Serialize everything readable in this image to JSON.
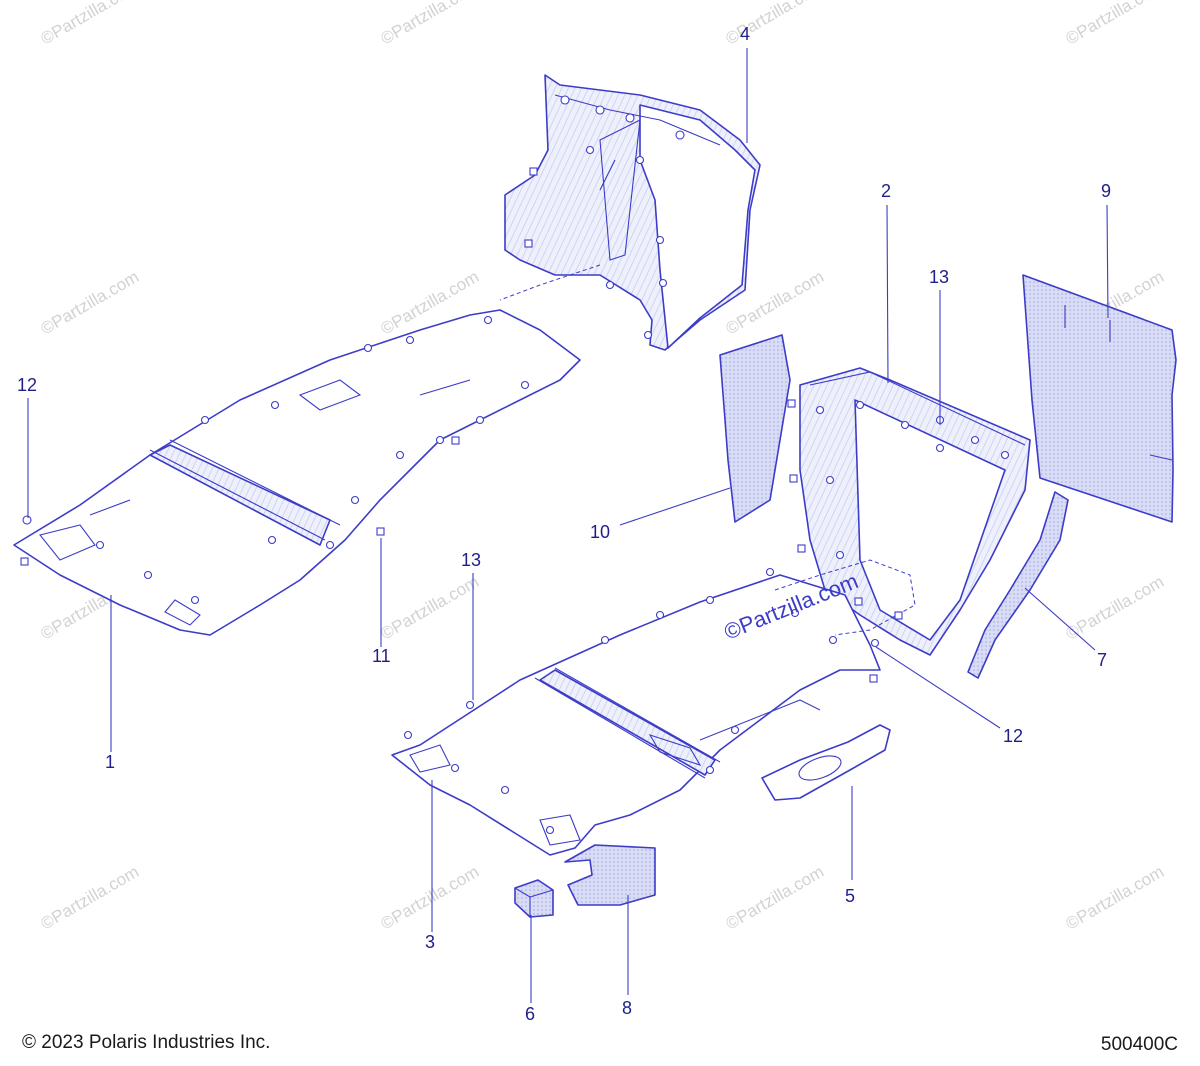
{
  "diagram": {
    "callouts": [
      "1",
      "2",
      "3",
      "4",
      "5",
      "6",
      "7",
      "8",
      "9",
      "10",
      "11",
      "12",
      "12",
      "13",
      "13"
    ],
    "watermark": "©Partzilla.com"
  },
  "footer": {
    "copyright": "© 2023 Polaris Industries Inc.",
    "diagram_number": "500400C"
  }
}
